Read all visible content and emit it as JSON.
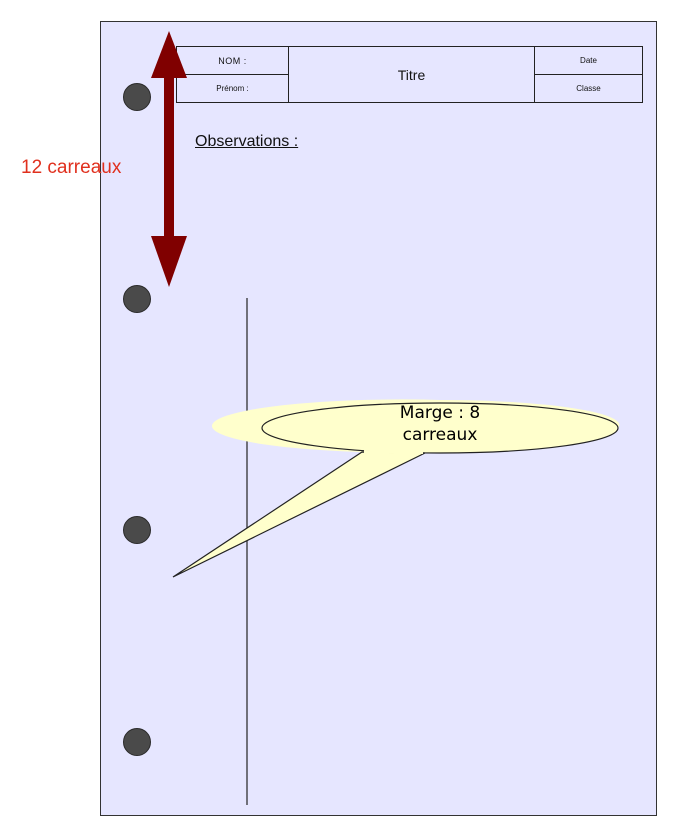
{
  "header": {
    "nom_label": "NOM :",
    "prenom_label": "Prénom :",
    "title": "Titre",
    "date_label": "Date",
    "classe_label": "Classe"
  },
  "observations_label": "Observations :",
  "arrow": {
    "label": "12 carreaux",
    "color": "#e0301e",
    "arrow_color": "#800000"
  },
  "callout": {
    "line1": "Marge : 8",
    "line2": "carreaux",
    "fill": "#ffffcc"
  },
  "colors": {
    "sheet": "#e6e6ff",
    "hole": "#4a4a4a"
  },
  "holes_count": 4
}
